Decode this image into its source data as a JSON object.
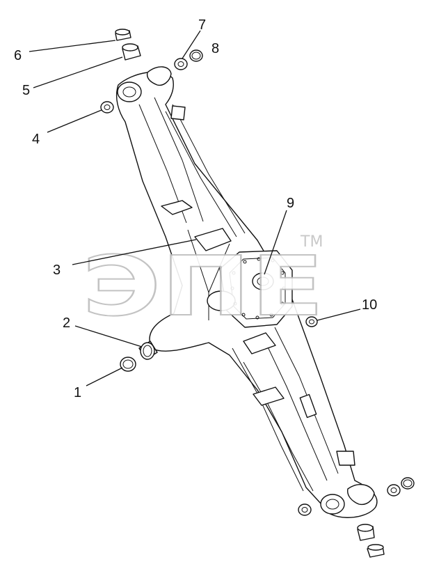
{
  "watermark": {
    "text": "ЭПЕ",
    "tm": "TM"
  },
  "callouts": [
    {
      "id": "1",
      "label": "1"
    },
    {
      "id": "2",
      "label": "2"
    },
    {
      "id": "3",
      "label": "3"
    },
    {
      "id": "4",
      "label": "4"
    },
    {
      "id": "5",
      "label": "5"
    },
    {
      "id": "6",
      "label": "6"
    },
    {
      "id": "7",
      "label": "7"
    },
    {
      "id": "8",
      "label": "8"
    },
    {
      "id": "9",
      "label": "9"
    },
    {
      "id": "10",
      "label": "10"
    }
  ],
  "colors": {
    "line": "#111111",
    "watermark_outline": "#bdbdbd",
    "background": "#ffffff"
  }
}
